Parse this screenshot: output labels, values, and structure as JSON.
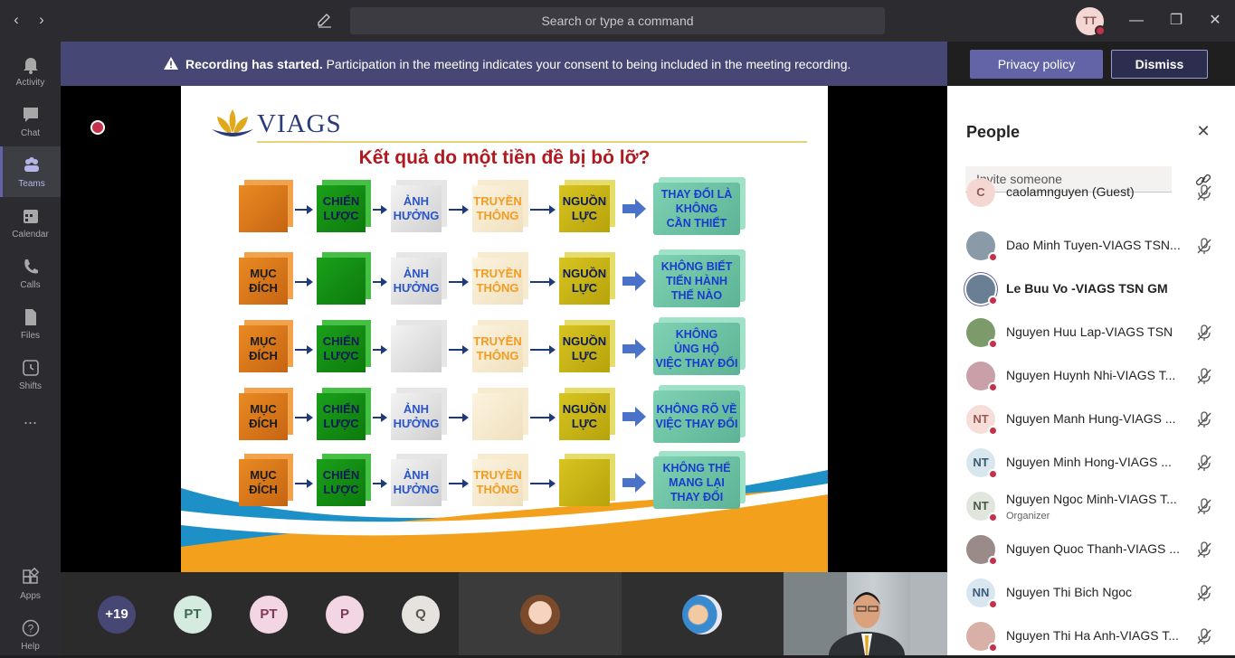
{
  "topbar": {
    "search_placeholder": "Search or type a command",
    "user_initials": "TT"
  },
  "rail": {
    "items": [
      {
        "label": "Activity",
        "icon": "bell-icon"
      },
      {
        "label": "Chat",
        "icon": "chat-icon"
      },
      {
        "label": "Teams",
        "icon": "teams-icon",
        "active": true
      },
      {
        "label": "Calendar",
        "icon": "calendar-icon"
      },
      {
        "label": "Calls",
        "icon": "phone-icon"
      },
      {
        "label": "Files",
        "icon": "file-icon"
      },
      {
        "label": "Shifts",
        "icon": "clock-icon"
      },
      {
        "label": "Apps",
        "icon": "apps-icon"
      },
      {
        "label": "Help",
        "icon": "help-icon"
      }
    ],
    "more": "..."
  },
  "banner": {
    "bold": "Recording has started.",
    "text": "Participation in the meeting indicates your consent to being included in the meeting recording.",
    "privacy_label": "Privacy policy",
    "dismiss_label": "Dismiss"
  },
  "slide": {
    "logo": "VIAGS",
    "title": "Kết quả do một tiền đề bị bỏ lỡ?",
    "rows": [
      {
        "a": "",
        "b": "CHIẾN\nLƯỢC",
        "c": "ẢNH\nHƯỞNG",
        "d": "TRUYỀN\nTHÔNG",
        "e": "NGUỒN\nLỰC",
        "f": "THAY ĐỔI LÀ\nKHÔNG\nCẦN THIẾT"
      },
      {
        "a": "MỤC\nĐÍCH",
        "b": "",
        "c": "ẢNH\nHƯỞNG",
        "d": "TRUYỀN\nTHÔNG",
        "e": "NGUỒN\nLỰC",
        "f": "KHÔNG BIẾT\nTIẾN HÀNH\nTHẾ NÀO"
      },
      {
        "a": "MỤC\nĐÍCH",
        "b": "CHIẾN\nLƯỢC",
        "c": "",
        "d": "TRUYỀN\nTHÔNG",
        "e": "NGUỒN\nLỰC",
        "f": "KHÔNG\nỦNG HỘ\nVIỆC THAY ĐỔI"
      },
      {
        "a": "MỤC\nĐÍCH",
        "b": "CHIẾN\nLƯỢC",
        "c": "ẢNH\nHƯỞNG",
        "d": "",
        "e": "NGUỒN\nLỰC",
        "f": "KHÔNG RÕ VỀ\nVIỆC THAY ĐỔI"
      },
      {
        "a": "MỤC\nĐÍCH",
        "b": "CHIẾN\nLƯỢC",
        "c": "ẢNH\nHƯỞNG",
        "d": "TRUYỀN\nTHÔNG",
        "e": "",
        "f": "KHÔNG THỂ\nMANG LẠI\nTHAY ĐỔI"
      }
    ]
  },
  "thumbs": [
    {
      "label": "+19",
      "bg": "#464775",
      "fg": "#ffffff"
    },
    {
      "label": "PT",
      "bg": "#d6ebe0",
      "fg": "#3a6a52"
    },
    {
      "label": "PT",
      "bg": "#f3d6e3",
      "fg": "#7a3a58"
    },
    {
      "label": "P",
      "bg": "#f3d6e3",
      "fg": "#7a3a58"
    },
    {
      "label": "Q",
      "bg": "#e6e3df",
      "fg": "#5a5550"
    }
  ],
  "panel": {
    "title": "People",
    "invite_placeholder": "Invite someone",
    "people": [
      {
        "name": "caolamnguyen (Guest)",
        "initials": "C",
        "bg": "#f4d6d2",
        "fg": "#8a5a55",
        "muted": true
      },
      {
        "name": "Dao Minh Tuyen-VIAGS TSN...",
        "initials": "",
        "bg": "#8a9aa8",
        "fg": "#fff",
        "muted": true
      },
      {
        "name": "Le Buu Vo -VIAGS TSN GM",
        "initials": "",
        "bg": "#6a7f93",
        "fg": "#fff",
        "muted": false,
        "bold": true
      },
      {
        "name": "Nguyen Huu Lap-VIAGS TSN",
        "initials": "",
        "bg": "#7d9a6a",
        "fg": "#fff",
        "muted": true
      },
      {
        "name": "Nguyen Huynh Nhi-VIAGS T...",
        "initials": "",
        "bg": "#c9a0a8",
        "fg": "#fff",
        "muted": true
      },
      {
        "name": "Nguyen Manh Hung-VIAGS ...",
        "initials": "NT",
        "bg": "#f8ded8",
        "fg": "#9a5a52",
        "muted": true
      },
      {
        "name": "Nguyen Minh Hong-VIAGS ...",
        "initials": "NT",
        "bg": "#d8e6ee",
        "fg": "#3a5a6e",
        "muted": true
      },
      {
        "name": "Nguyen Ngoc Minh-VIAGS T...",
        "initials": "NT",
        "bg": "#e0e6dd",
        "fg": "#4a5a44",
        "muted": true,
        "sub": "Organizer"
      },
      {
        "name": "Nguyen Quoc Thanh-VIAGS ...",
        "initials": "",
        "bg": "#9a8a88",
        "fg": "#fff",
        "muted": true
      },
      {
        "name": "Nguyen Thi Bich Ngoc",
        "initials": "NN",
        "bg": "#d8e6f0",
        "fg": "#3a5a78",
        "muted": true
      },
      {
        "name": "Nguyen Thi Ha Anh-VIAGS T...",
        "initials": "",
        "bg": "#d8b0a8",
        "fg": "#fff",
        "muted": true
      }
    ]
  }
}
